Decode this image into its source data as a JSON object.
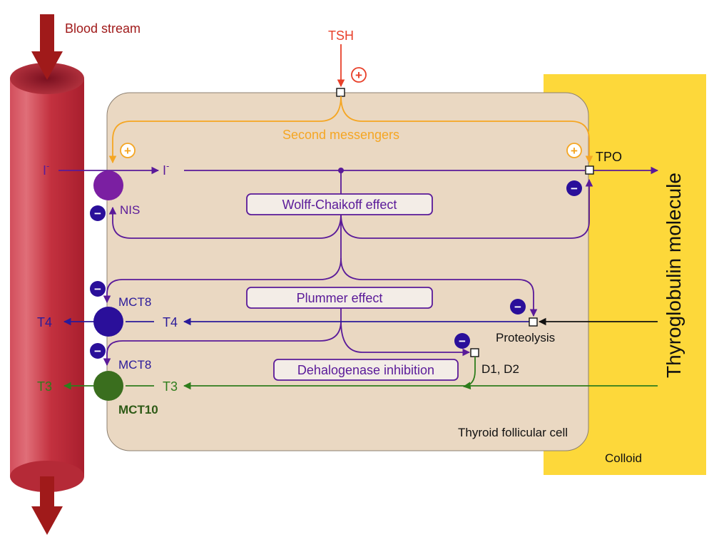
{
  "labels": {
    "blood_stream": "Blood stream",
    "tsh": "TSH",
    "second_messengers": "Second messengers",
    "iodide_in": "I",
    "iodide_cell": "I",
    "iodide_charge": "-",
    "tpo": "TPO",
    "nis": "NIS",
    "wolff_chaikoff": "Wolff-Chaikoff effect",
    "plummer": "Plummer effect",
    "dehalogenase": "Dehalogenase inhibition",
    "mct8_top": "MCT8",
    "mct8_bottom": "MCT8",
    "mct10": "MCT10",
    "t4_out": "T4",
    "t4_in": "T4",
    "t3_out": "T3",
    "t3_in": "T3",
    "proteolysis": "Proteolysis",
    "d1d2": "D1, D2",
    "thyroid_cell": "Thyroid follicular cell",
    "colloid": "Colloid",
    "thyroglobulin": "Thyroglobulin molecule"
  },
  "signs": {
    "plus": "+",
    "minus": "−"
  },
  "colors": {
    "blood": "#c9323f",
    "blood_arrow": "#a01a1a",
    "tsh": "#e8402a",
    "messenger": "#f5a623",
    "iodine": "#5a1a99",
    "t4": "#2a1a9a",
    "t3": "#2e7d1c",
    "cell": "#ead8c2",
    "colloid": "#fdd83a",
    "box_fill": "#f3ede7",
    "nis_node": "#7b1fa2",
    "mct8_node": "#2a0f9a",
    "mct10_node": "#3a6e1e"
  }
}
